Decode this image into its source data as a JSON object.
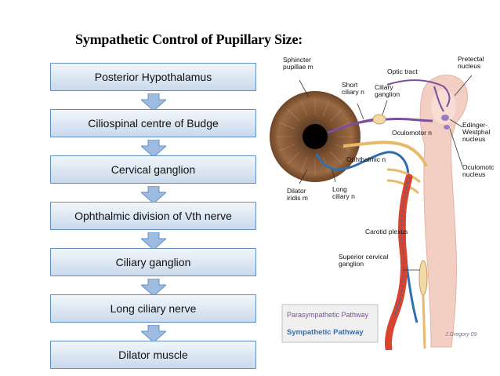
{
  "title": "Sympathetic Control of Pupillary Size:",
  "flow_steps": [
    "Posterior Hypothalamus",
    "Ciliospinal centre of Budge",
    "Cervical ganglion",
    "Ophthalmic division of Vth nerve",
    "Ciliary ganglion",
    "Long ciliary nerve",
    "Dilator muscle"
  ],
  "figure": {
    "labels": {
      "sphincter": [
        "Sphincter",
        "pupillae m"
      ],
      "short_ciliary": [
        "Short",
        "ciliary n"
      ],
      "ciliary_ganglion": [
        "Ciliary",
        "ganglion"
      ],
      "optic_tract": "Optic tract",
      "pretectal": [
        "Pretectal",
        "nucleus"
      ],
      "oculomotor_n": "Oculomotor n",
      "edinger": [
        "Edinger-",
        "Westphal",
        "nucleus"
      ],
      "oculomotor_nucleus": [
        "Oculomotor",
        "nucleus"
      ],
      "ophthalmic": "Ophthalmic n",
      "dilator": [
        "Dilator",
        "iridis m"
      ],
      "long_ciliary": [
        "Long",
        "ciliary n"
      ],
      "carotid": "Carotid plexus",
      "superior_cervical": [
        "Superior cervical",
        "ganglion"
      ],
      "credit": "J.Gregory 09"
    },
    "legend": {
      "parasympathetic": "Parasympathetic Pathway",
      "sympathetic": "Sympathetic Pathway"
    },
    "colors": {
      "parasympathetic": "#7b4f9e",
      "sympathetic": "#2f6fb0",
      "artery": "#d9432f",
      "brainstem": "#f3cfc3"
    }
  }
}
